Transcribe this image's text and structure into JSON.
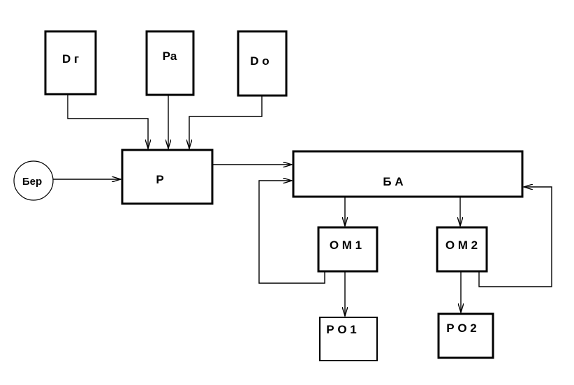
{
  "blocks": {
    "dg": "D г",
    "pa": "Pa",
    "do": "D o",
    "ber": "Бер",
    "r": "P",
    "ba": "Б А",
    "om1": "О М 1",
    "om2": "О М 2",
    "ro1": "Р О 1",
    "ro2": "Р О 2"
  }
}
